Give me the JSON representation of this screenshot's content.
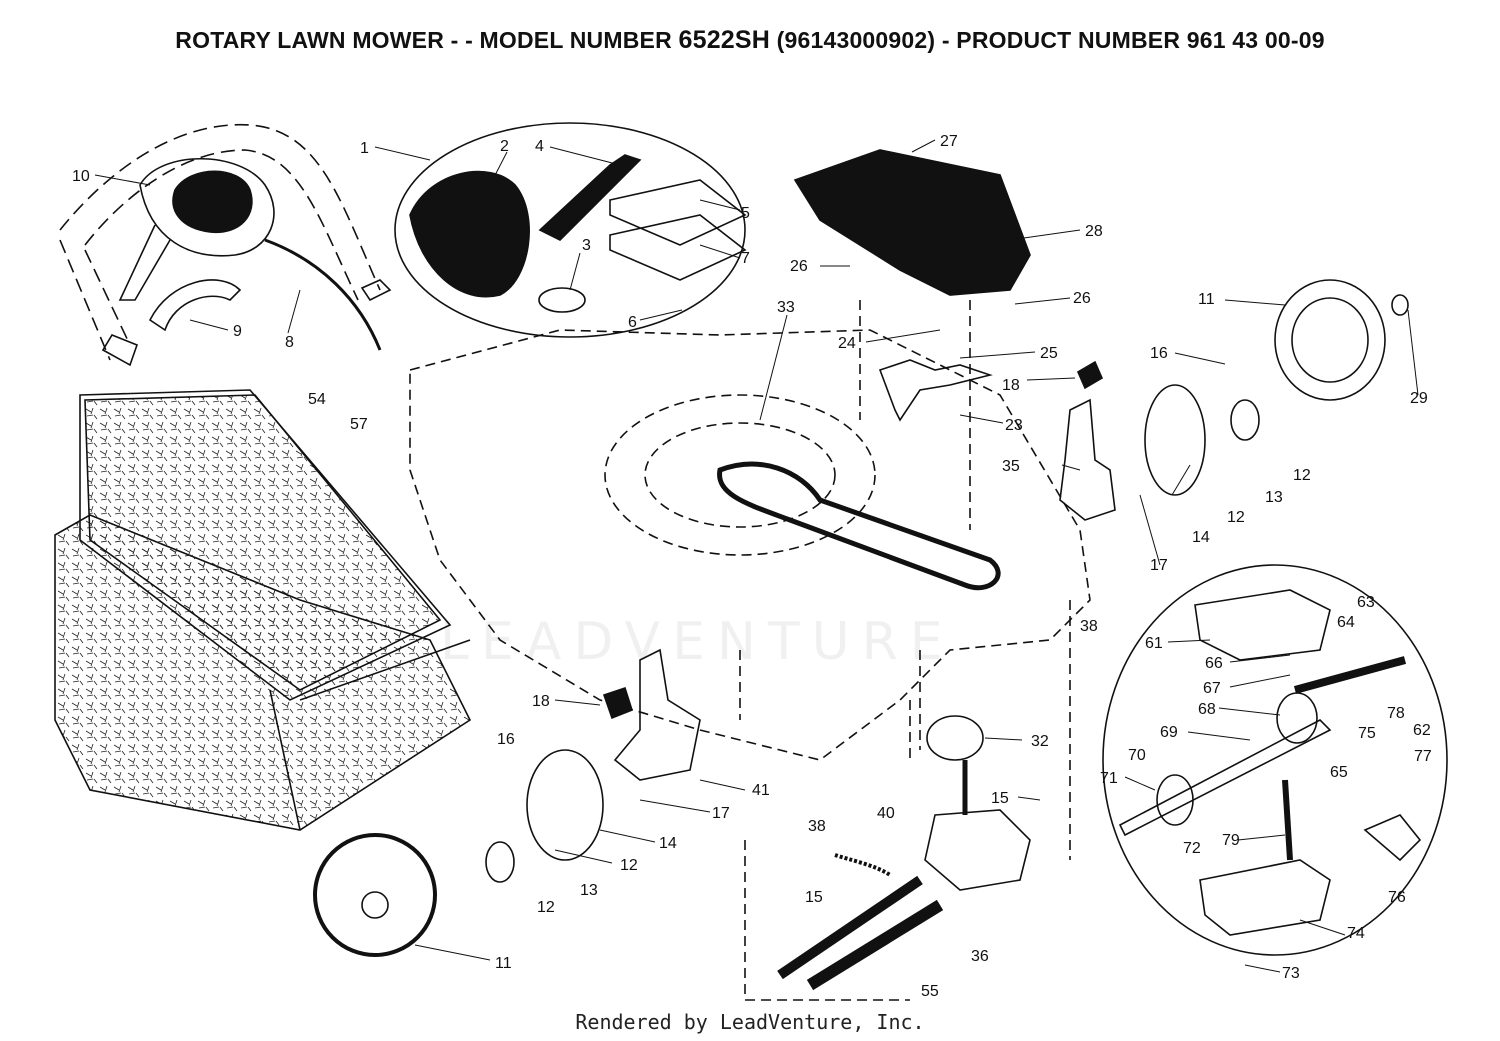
{
  "header": {
    "title_prefix": "ROTARY LAWN MOWER - - MODEL NUMBER ",
    "model": "6522SH",
    "title_suffix": "  (96143000902) - PRODUCT NUMBER 961 43 00-09"
  },
  "watermark": "LEADVENTURE",
  "footer": {
    "credit": "Rendered by LeadVenture, Inc."
  },
  "callouts": [
    {
      "id": "c1",
      "label": "1"
    },
    {
      "id": "c2",
      "label": "2"
    },
    {
      "id": "c4",
      "label": "4"
    },
    {
      "id": "c5",
      "label": "5"
    },
    {
      "id": "c3",
      "label": "3"
    },
    {
      "id": "c7",
      "label": "7"
    },
    {
      "id": "c6",
      "label": "6"
    },
    {
      "id": "c10",
      "label": "10"
    },
    {
      "id": "c9",
      "label": "9"
    },
    {
      "id": "c8",
      "label": "8"
    },
    {
      "id": "c27",
      "label": "27"
    },
    {
      "id": "c28",
      "label": "28"
    },
    {
      "id": "c26a",
      "label": "26"
    },
    {
      "id": "c26b",
      "label": "26"
    },
    {
      "id": "c33",
      "label": "33"
    },
    {
      "id": "c24",
      "label": "24"
    },
    {
      "id": "c25",
      "label": "25"
    },
    {
      "id": "c18a",
      "label": "18"
    },
    {
      "id": "c23",
      "label": "23"
    },
    {
      "id": "c11a",
      "label": "11"
    },
    {
      "id": "c29",
      "label": "29"
    },
    {
      "id": "c16a",
      "label": "16"
    },
    {
      "id": "c12a",
      "label": "12"
    },
    {
      "id": "c12b",
      "label": "12"
    },
    {
      "id": "c13a",
      "label": "13"
    },
    {
      "id": "c14a",
      "label": "14"
    },
    {
      "id": "c35",
      "label": "35"
    },
    {
      "id": "c17a",
      "label": "17"
    },
    {
      "id": "c54",
      "label": "54"
    },
    {
      "id": "c57",
      "label": "57"
    },
    {
      "id": "c38a",
      "label": "38"
    },
    {
      "id": "c61",
      "label": "61"
    },
    {
      "id": "c63",
      "label": "63"
    },
    {
      "id": "c64",
      "label": "64"
    },
    {
      "id": "c66",
      "label": "66"
    },
    {
      "id": "c67",
      "label": "67"
    },
    {
      "id": "c68",
      "label": "68"
    },
    {
      "id": "c62",
      "label": "62"
    },
    {
      "id": "c69",
      "label": "69"
    },
    {
      "id": "c70",
      "label": "70"
    },
    {
      "id": "c65",
      "label": "65"
    },
    {
      "id": "c75",
      "label": "75"
    },
    {
      "id": "c78",
      "label": "78"
    },
    {
      "id": "c77",
      "label": "77"
    },
    {
      "id": "c71",
      "label": "71"
    },
    {
      "id": "c79",
      "label": "79"
    },
    {
      "id": "c72",
      "label": "72"
    },
    {
      "id": "c76",
      "label": "76"
    },
    {
      "id": "c74",
      "label": "74"
    },
    {
      "id": "c73",
      "label": "73"
    },
    {
      "id": "c18b",
      "label": "18"
    },
    {
      "id": "c16b",
      "label": "16"
    },
    {
      "id": "c41",
      "label": "41"
    },
    {
      "id": "c17b",
      "label": "17"
    },
    {
      "id": "c38b",
      "label": "38"
    },
    {
      "id": "c32",
      "label": "32"
    },
    {
      "id": "c15a",
      "label": "15"
    },
    {
      "id": "c40",
      "label": "40"
    },
    {
      "id": "c14b",
      "label": "14"
    },
    {
      "id": "c12c",
      "label": "12"
    },
    {
      "id": "c13b",
      "label": "13"
    },
    {
      "id": "c12d",
      "label": "12"
    },
    {
      "id": "c15b",
      "label": "15"
    },
    {
      "id": "c36",
      "label": "36"
    },
    {
      "id": "c11b",
      "label": "11"
    },
    {
      "id": "c55",
      "label": "55"
    }
  ]
}
